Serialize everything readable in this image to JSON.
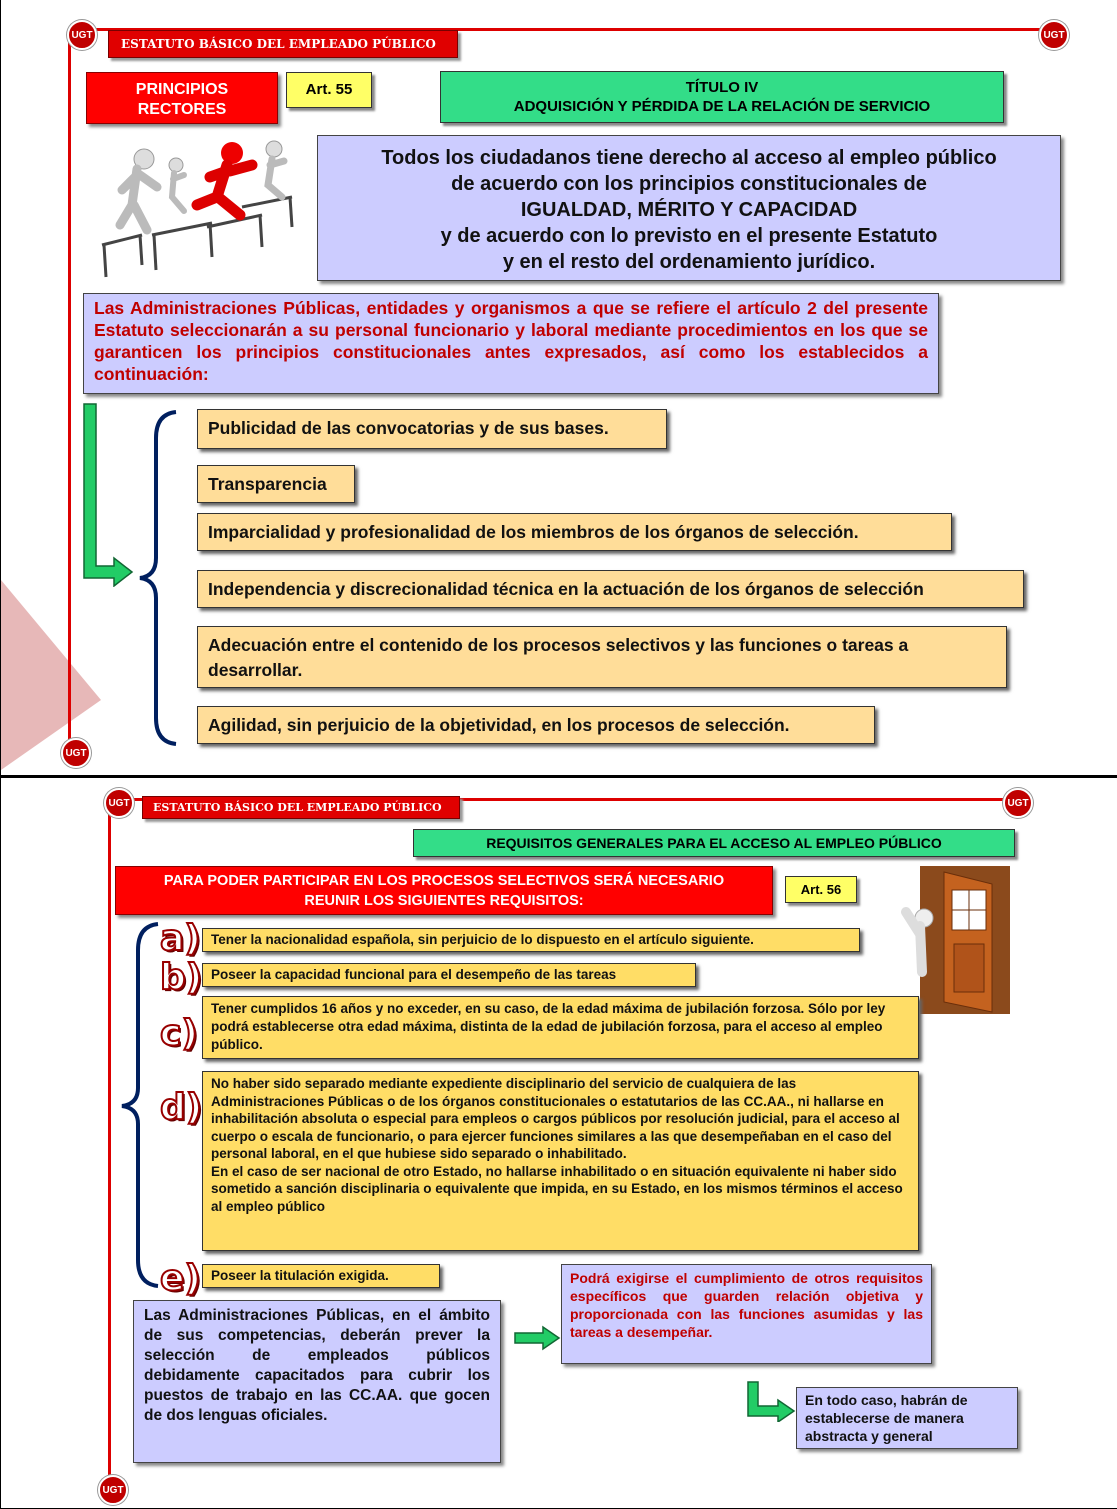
{
  "slide1": {
    "header": "ESTATUTO BÁSICO DEL EMPLEADO PÚBLICO",
    "logo_text": "UGT",
    "principios": "PRINCIPIOS RECTORES",
    "art": "Art. 55",
    "titulo_line1": "TÍTULO IV",
    "titulo_line2": "ADQUISICIÓN Y PÉRDIDA DE LA RELACIÓN DE SERVICIO",
    "main_lines": [
      "Todos los ciudadanos tiene derecho al acceso al empleo público",
      "de acuerdo con los principios constitucionales de",
      "IGUALDAD, MÉRITO Y CAPACIDAD",
      "y de acuerdo con lo previsto en el presente Estatuto",
      "y en el resto del ordenamiento jurídico."
    ],
    "admin_text": "Las Administraciones Públicas, entidades y organismos a que se refiere el artículo 2 del presente Estatuto seleccionarán a su personal funcionario y laboral mediante procedimientos en los que se garanticen los principios constitucionales antes expresados, así como los establecidos a continuación:",
    "items": [
      "Publicidad de las convocatorias y de sus bases.",
      "Transparencia",
      "Imparcialidad y profesionalidad de los miembros de los órganos de selección.",
      "Independencia y discrecionalidad técnica en la actuación de los órganos de selección",
      "Adecuación entre el contenido de los procesos selectivos y las funciones o tareas a desarrollar.",
      "Agilidad, sin perjuicio de la objetividad, en los procesos de selección."
    ]
  },
  "slide2": {
    "header": "ESTATUTO BÁSICO DEL EMPLEADO PÚBLICO",
    "logo_text": "UGT",
    "requisitos_title": "REQUISITOS GENERALES PARA EL ACCESO AL EMPLEO PÚBLICO",
    "para_poder": "PARA PODER PARTICIPAR EN LOS PROCESOS SELECTIVOS SERÁ NECESARIO REUNIR LOS SIGUIENTES REQUISITOS:",
    "art": "Art. 56",
    "letters": [
      "a)",
      "b)",
      "c)",
      "d)",
      "e)"
    ],
    "req_a": "Tener la nacionalidad española, sin perjuicio de lo dispuesto en el artículo siguiente.",
    "req_b": "Poseer la capacidad funcional para el desempeño de las tareas",
    "req_c": "Tener cumplidos 16 años y no exceder, en su caso, de la edad máxima de jubilación forzosa. Sólo por ley podrá establecerse otra edad máxima, distinta de la edad de jubilación forzosa, para el acceso al empleo público.",
    "req_d1": "No haber sido separado mediante expediente disciplinario del servicio de cualquiera de las Administraciones Públicas o de los órganos constitucionales o estatutarios de las CC.AA., ni hallarse en inhabilitación absoluta o especial para empleos o cargos públicos por resolución judicial, para el acceso al cuerpo o escala de funcionario, o para ejercer funciones similares a las que desempeñaban en el caso del personal laboral, en el que hubiese sido separado o inhabilitado.",
    "req_d2": "En el caso de ser nacional de otro Estado, no hallarse inhabilitado o en situación equivalente ni haber sido sometido a sanción disciplinaria o equivalente que impida, en su Estado, en los mismos términos el acceso al empleo público",
    "req_e": "Poseer la titulación exigida.",
    "lenguas": "Las Administraciones Públicas, en el ámbito de sus competencias, deberán prever la selección de empleados públicos debidamente capacitados para cubrir los puestos de trabajo en las CC.AA. que gocen de dos lenguas oficiales.",
    "otros": "Podrá exigirse el cumplimiento de otros requisitos específicos que guarden relación objetiva y proporcionada con las funciones asumidas y las tareas a desempeñar.",
    "todo_caso": "En todo caso, habrán de establecerse de manera abstracta y general"
  }
}
